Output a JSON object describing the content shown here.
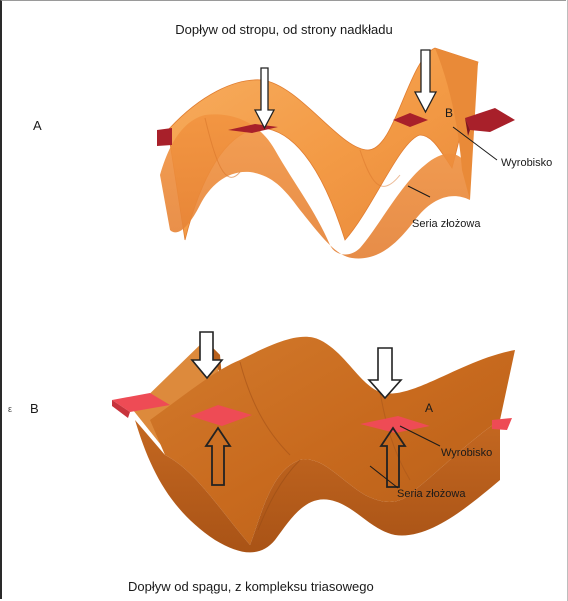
{
  "titles": {
    "top": "Dopływ od stropu, od strony nadkładu",
    "bottom": "Dopływ od spągu, z kompleksu triasowego"
  },
  "panels": [
    {
      "label": "A",
      "marker": "B",
      "workings_label": "Wyrobisko",
      "series_label": "Seria złożowa",
      "surface_color": "#f39a45",
      "flow_direction": "down"
    },
    {
      "label": "B",
      "marker": "A",
      "workings_label": "Wyrobisko",
      "series_label": "Seria złożowa",
      "surface_color": "#c86a1e",
      "flow_direction": "up"
    }
  ],
  "colors": {
    "workings_dark": "#a8202a",
    "workings_light": "#ee4b55"
  }
}
